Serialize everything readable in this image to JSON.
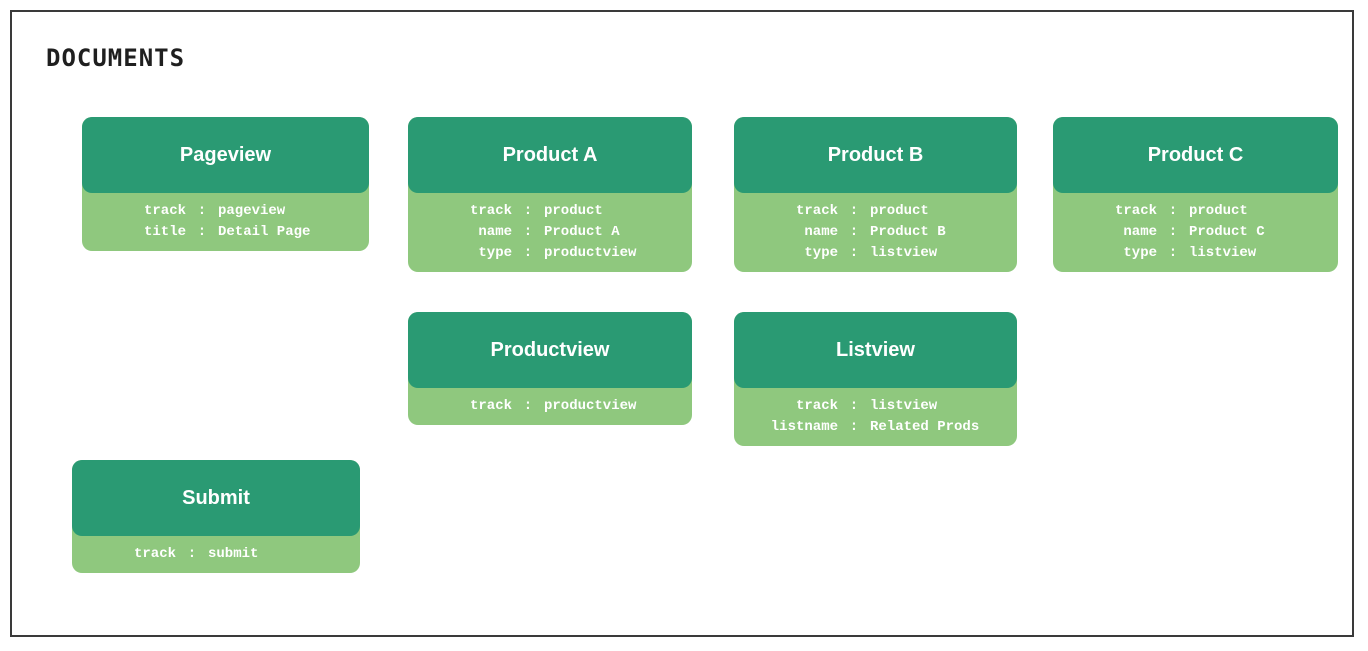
{
  "frame": {
    "title": "DOCUMENTS"
  },
  "separator": ":",
  "colors": {
    "header_green": "#2a9a73",
    "body_green": "#8fc87e",
    "border": "#3a3a3a",
    "text_white": "#ffffff"
  },
  "cards": [
    {
      "title": "Pageview",
      "fields": [
        {
          "key": "track",
          "value": "pageview"
        },
        {
          "key": "title",
          "value": "Detail Page"
        }
      ]
    },
    {
      "title": "Product A",
      "fields": [
        {
          "key": "track",
          "value": "product"
        },
        {
          "key": "name",
          "value": "Product A"
        },
        {
          "key": "type",
          "value": "productview"
        }
      ]
    },
    {
      "title": "Product B",
      "fields": [
        {
          "key": "track",
          "value": "product"
        },
        {
          "key": "name",
          "value": "Product B"
        },
        {
          "key": "type",
          "value": "listview"
        }
      ]
    },
    {
      "title": "Product C",
      "fields": [
        {
          "key": "track",
          "value": "product"
        },
        {
          "key": "name",
          "value": "Product C"
        },
        {
          "key": "type",
          "value": "listview"
        }
      ]
    },
    {
      "title": "Productview",
      "fields": [
        {
          "key": "track",
          "value": "productview"
        }
      ]
    },
    {
      "title": "Listview",
      "fields": [
        {
          "key": "track",
          "value": "listview"
        },
        {
          "key": "listname",
          "value": "Related Prods"
        }
      ]
    },
    {
      "title": "Submit",
      "fields": [
        {
          "key": "track",
          "value": "submit"
        }
      ]
    }
  ]
}
